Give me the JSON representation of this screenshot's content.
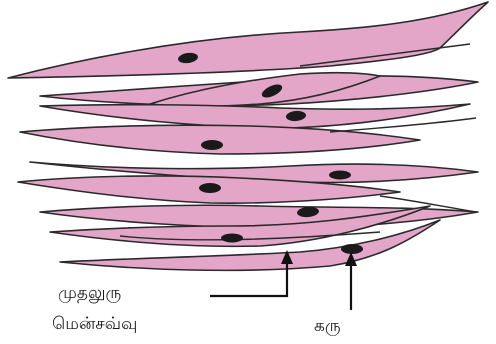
{
  "diagram": {
    "labels": {
      "plasma_membrane_line1": "முதலுரு",
      "plasma_membrane_line2": "மென்சவ்வு",
      "nucleus": "கரு"
    },
    "colors": {
      "cell_fill": "#e3a6c9",
      "cell_outline": "#2a2a2a",
      "nucleus": "#1a1a1a",
      "pointer": "#111111"
    }
  }
}
